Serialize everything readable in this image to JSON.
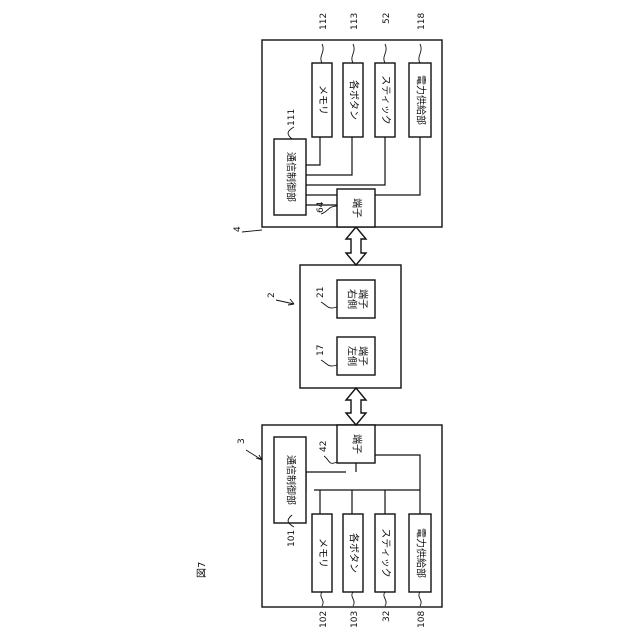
{
  "figure_label": "図7",
  "device_left": {
    "ref": "3",
    "comm_label": "通信制御部",
    "comm_ref": "101",
    "terminal_label": "端子",
    "terminal_ref": "42",
    "memory_label": "メモリ",
    "memory_ref": "102",
    "buttons_label": "各ボタン",
    "buttons_ref": "103",
    "stick_label": "スティック",
    "stick_ref": "32",
    "power_label": "電力供給部",
    "power_ref": "108"
  },
  "main_unit": {
    "ref": "2",
    "left_terminal_line1": "左側",
    "left_terminal_line2": "端子",
    "left_terminal_ref": "17",
    "right_terminal_line1": "右側",
    "right_terminal_line2": "端子",
    "right_terminal_ref": "21"
  },
  "device_right": {
    "ref": "4",
    "comm_label": "通信制御部",
    "comm_ref": "111",
    "terminal_label": "端子",
    "terminal_ref": "64",
    "memory_label": "メモリ",
    "memory_ref": "112",
    "buttons_label": "各ボタン",
    "buttons_ref": "113",
    "stick_label": "スティック",
    "stick_ref": "52",
    "power_label": "電力供給部",
    "power_ref": "118"
  }
}
